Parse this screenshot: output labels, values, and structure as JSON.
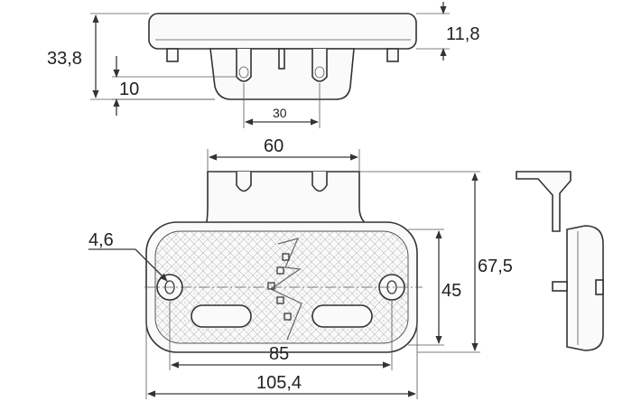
{
  "dimensions": {
    "total_height": "33,8",
    "lens_thickness": "11,8",
    "bracket_height": "10",
    "hole_spacing_top": "30",
    "bracket_width": "60",
    "hole_diameter": "4,6",
    "overall_height": "67,5",
    "lens_height": "45",
    "hole_spacing": "85",
    "overall_width": "105,4"
  }
}
